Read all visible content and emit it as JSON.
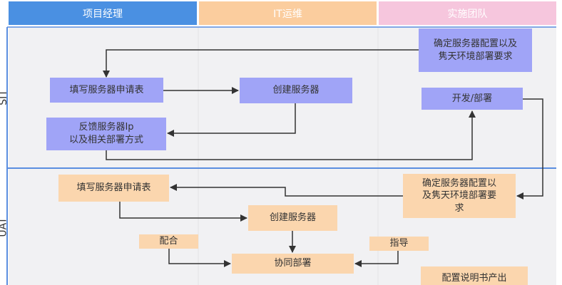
{
  "lanes": {
    "pm": "项目经理",
    "it": "IT运维",
    "team": "实施团队"
  },
  "rows": {
    "sit": "SIT",
    "uat": "UAT"
  },
  "sit": {
    "confirm_line1": "确定服务器配置以及",
    "confirm_line2": "隽天环境部署要求",
    "fill_form": "填写服务器申请表",
    "create_server": "创建服务器",
    "dev_deploy": "开发/部署",
    "feedback_line1": "反馈服务器Ip",
    "feedback_line2": "以及相关部署方式"
  },
  "uat": {
    "confirm_line1": "确定服务器配置以",
    "confirm_line2": "及隽天环境部署要",
    "confirm_line3": "求",
    "fill_form": "填写服务器申请表",
    "create_server": "创建服务器",
    "cooperate": "配合",
    "guide": "指导",
    "co_deploy": "协同部署",
    "doc_output": "配置说明书产出"
  },
  "colors": {
    "pm_header": "#4a90e2",
    "it_header": "#fbcd9e",
    "team_header": "#f6c6dd",
    "sit_box": "#a0a4f7",
    "uat_box": "#fbd6ae",
    "divider": "#5b8ee0",
    "connector": "#333333"
  }
}
